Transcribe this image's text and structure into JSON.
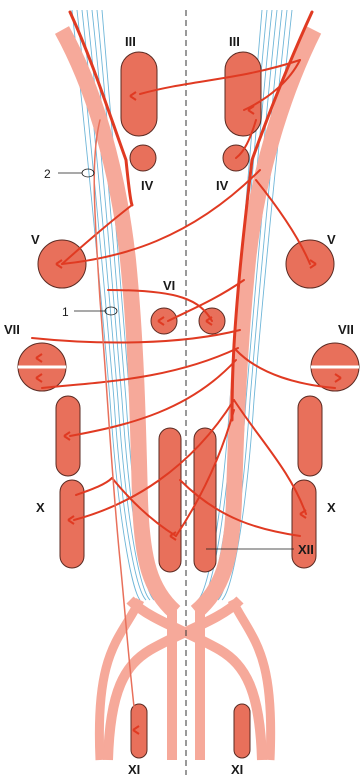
{
  "colors": {
    "tract": "#f6a99a",
    "nucleus": "#e8705b",
    "nucleus_stroke": "#5a2a22",
    "fiber": "#e03a22",
    "fiber_light": "#f08a74",
    "fascicle": "#6fb6d8",
    "midline": "#333333"
  },
  "labels": {
    "iii_left": "III",
    "iii_right": "III",
    "iv_left": "IV",
    "iv_right": "IV",
    "v_left": "V",
    "v_right": "V",
    "vi": "VI",
    "vii_left": "VII",
    "vii_right": "VII",
    "x_left": "X",
    "x_right": "X",
    "xii": "XII",
    "xi_left": "XI",
    "xi_right": "XI",
    "callout_2": "2",
    "callout_1": "1"
  }
}
